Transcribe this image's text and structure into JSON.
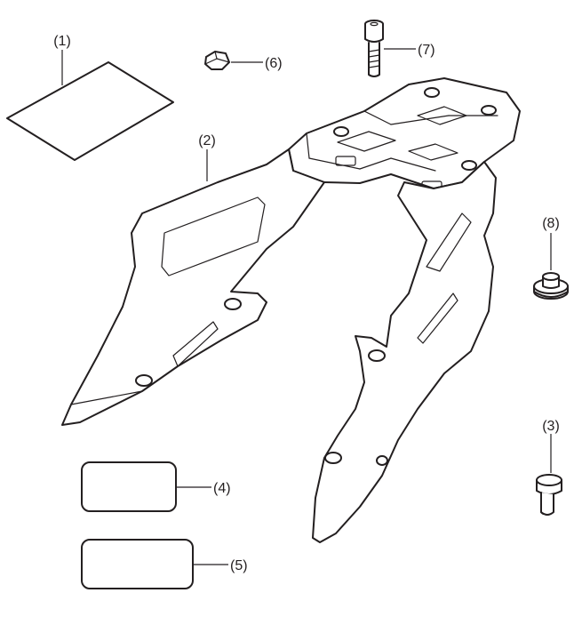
{
  "callouts": {
    "c1": "(1)",
    "c2": "(2)",
    "c3": "(3)",
    "c4": "(4)",
    "c5": "(5)",
    "c6": "(6)",
    "c7": "(7)",
    "c8": "(8)"
  }
}
